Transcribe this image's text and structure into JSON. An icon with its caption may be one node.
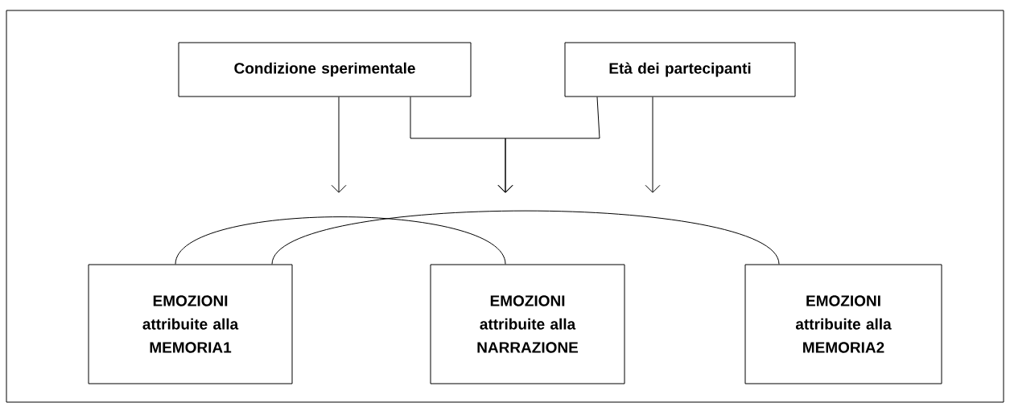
{
  "diagram": {
    "nodes": [
      {
        "text": [
          "Condizione  sperimentale"
        ]
      },
      {
        "text": [
          "Età dei partecipanti"
        ]
      },
      {
        "text": [
          "EMOZIONI attribuite alla MEMORIA1"
        ]
      },
      {
        "text": [
          "EMOZIONI attribuite alla NARRAZIONE"
        ]
      },
      {
        "text": [
          "EMOZIONI attribuite alla MEMORIA2"
        ]
      }
    ],
    "edges": [
      {
        "from": 0,
        "to": null,
        "arrow": "to"
      },
      {
        "from": 0,
        "to": null,
        "arrow": "to"
      },
      {
        "from": 1,
        "to": null,
        "arrow": "to"
      },
      {
        "from": 1,
        "to": null,
        "arrow": "to"
      },
      {
        "from": 2,
        "to": 3,
        "arrow": "none"
      },
      {
        "from": 2,
        "to": 4,
        "arrow": "none"
      }
    ]
  }
}
